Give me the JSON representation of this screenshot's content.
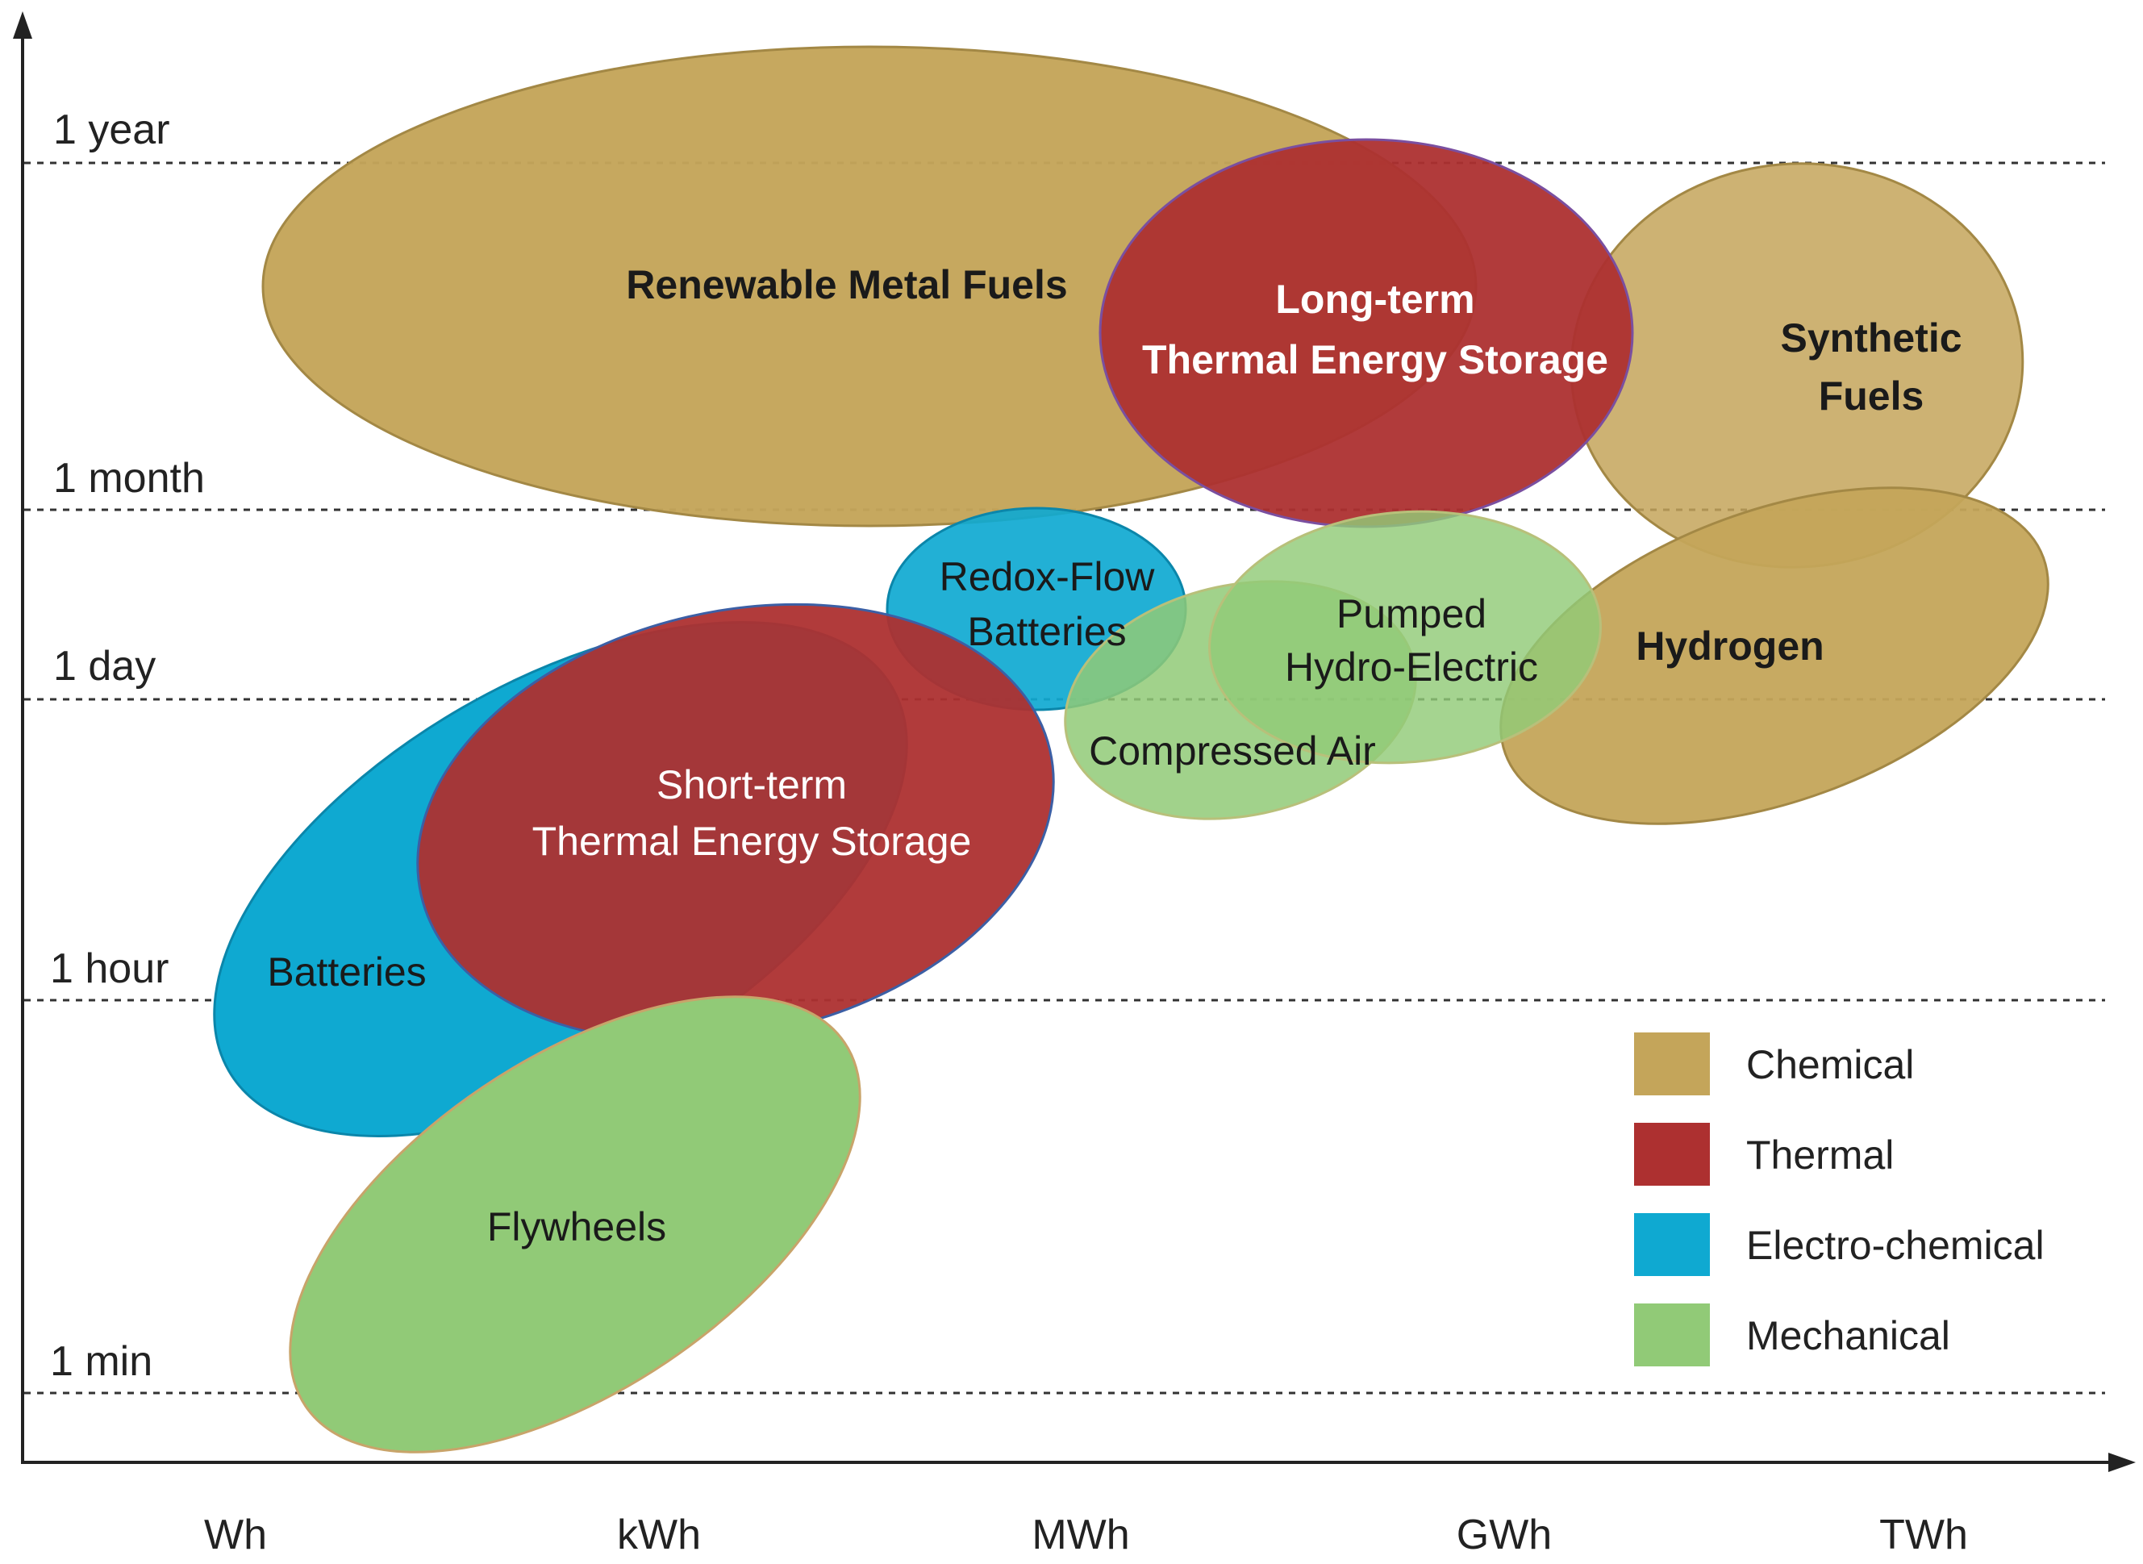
{
  "x_axis": {
    "ticks": [
      "Wh",
      "kWh",
      "MWh",
      "GWh",
      "TWh"
    ]
  },
  "y_axis": {
    "ticks": [
      "1 min",
      "1 hour",
      "1 day",
      "1 month",
      "1 year"
    ]
  },
  "categories": {
    "chemical": {
      "label": "Chemical",
      "color": "#c4a55a"
    },
    "thermal": {
      "label": "Thermal",
      "color": "#ad3030"
    },
    "electro": {
      "label": "Electro-chemical",
      "color": "#0fa9d1"
    },
    "mechanical": {
      "label": "Mechanical",
      "color": "#91ca77"
    }
  },
  "technologies": [
    {
      "id": "renewable-metal-fuels",
      "category": "chemical",
      "lines": [
        "Renewable Metal Fuels"
      ],
      "bold": true
    },
    {
      "id": "synthetic-fuels",
      "category": "chemical",
      "lines": [
        "Synthetic",
        "Fuels"
      ],
      "bold": true
    },
    {
      "id": "hydrogen",
      "category": "chemical",
      "lines": [
        "Hydrogen"
      ],
      "bold": true
    },
    {
      "id": "long-term-tes",
      "category": "thermal",
      "lines": [
        "Long-term",
        "Thermal Energy Storage"
      ],
      "bold": true
    },
    {
      "id": "redox-flow-batteries",
      "category": "electro",
      "lines": [
        "Redox-Flow",
        "Batteries"
      ],
      "bold": false
    },
    {
      "id": "compressed-air",
      "category": "mechanical",
      "lines": [
        "Compressed Air"
      ],
      "bold": false
    },
    {
      "id": "pumped-hydro",
      "category": "mechanical",
      "lines": [
        "Pumped",
        "Hydro-Electric"
      ],
      "bold": false
    },
    {
      "id": "batteries",
      "category": "electro",
      "lines": [
        "Batteries"
      ],
      "bold": false
    },
    {
      "id": "short-term-tes",
      "category": "thermal",
      "lines": [
        "Short-term",
        "Thermal Energy Storage"
      ],
      "bold": false
    },
    {
      "id": "flywheels",
      "category": "mechanical",
      "lines": [
        "Flywheels"
      ],
      "bold": false
    }
  ],
  "legend": [
    "chemical",
    "thermal",
    "electro",
    "mechanical"
  ]
}
